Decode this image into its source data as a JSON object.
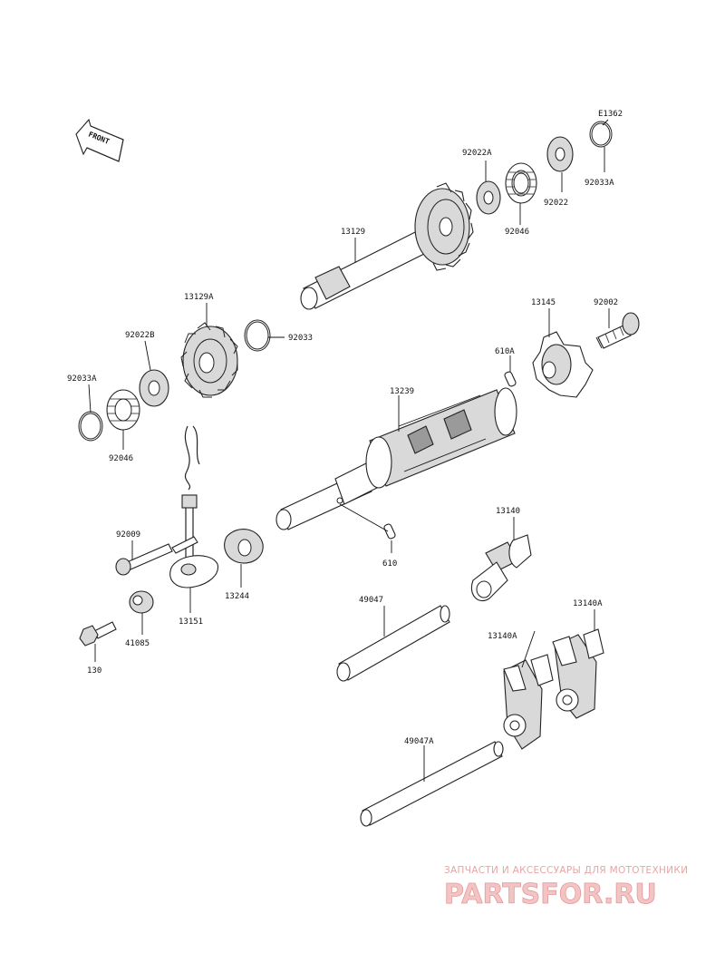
{
  "diagram_code": "E1362",
  "front_label": "FRONT",
  "parts": [
    {
      "id": "p-92033a-top",
      "label": "92033A"
    },
    {
      "id": "p-92022",
      "label": "92022"
    },
    {
      "id": "p-92022a",
      "label": "92022A"
    },
    {
      "id": "p-92046-top",
      "label": "92046"
    },
    {
      "id": "p-13129",
      "label": "13129"
    },
    {
      "id": "p-13129a",
      "label": "13129A"
    },
    {
      "id": "p-92033",
      "label": "92033"
    },
    {
      "id": "p-92022b",
      "label": "92022B"
    },
    {
      "id": "p-92033a-left",
      "label": "92033A"
    },
    {
      "id": "p-92046-left",
      "label": "92046"
    },
    {
      "id": "p-13145",
      "label": "13145"
    },
    {
      "id": "p-92002",
      "label": "92002"
    },
    {
      "id": "p-610a",
      "label": "610A"
    },
    {
      "id": "p-13239",
      "label": "13239"
    },
    {
      "id": "p-610",
      "label": "610"
    },
    {
      "id": "p-92009",
      "label": "92009"
    },
    {
      "id": "p-13244",
      "label": "13244"
    },
    {
      "id": "p-13151",
      "label": "13151"
    },
    {
      "id": "p-41085",
      "label": "41085"
    },
    {
      "id": "p-130",
      "label": "130"
    },
    {
      "id": "p-13140",
      "label": "13140"
    },
    {
      "id": "p-13140a-right",
      "label": "13140A"
    },
    {
      "id": "p-13140a-left",
      "label": "13140A"
    },
    {
      "id": "p-49047",
      "label": "49047"
    },
    {
      "id": "p-49047a",
      "label": "49047A"
    }
  ],
  "watermark": {
    "tagline": "ЗАПЧАСТИ И АКСЕССУАРЫ ДЛЯ МОТОТЕХНИКИ",
    "logo": "PARTSFOR.RU"
  }
}
